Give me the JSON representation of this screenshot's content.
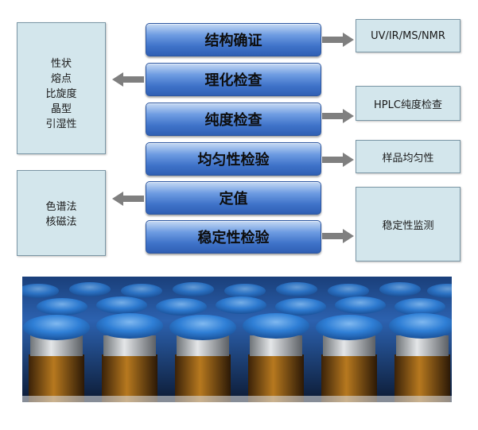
{
  "stages": [
    {
      "label": "结构确证"
    },
    {
      "label": "理化检查"
    },
    {
      "label": "纯度检查"
    },
    {
      "label": "均匀性检验"
    },
    {
      "label": "定值"
    },
    {
      "label": "稳定性检验"
    }
  ],
  "left_boxes": [
    {
      "lines": [
        "性状",
        "熔点",
        "比旋度",
        "晶型",
        "引湿性"
      ]
    },
    {
      "lines": [
        "色谱法",
        "核磁法"
      ]
    }
  ],
  "right_boxes": [
    {
      "label": "UV/IR/MS/NMR"
    },
    {
      "label": "HPLC纯度检查"
    },
    {
      "label": "样品均匀性"
    },
    {
      "label": "稳定性监测"
    }
  ],
  "colors": {
    "stage_blue": "#3f73c9",
    "box_fill": "#d3e6ec",
    "arrow_gray": "#7f7f7f"
  }
}
